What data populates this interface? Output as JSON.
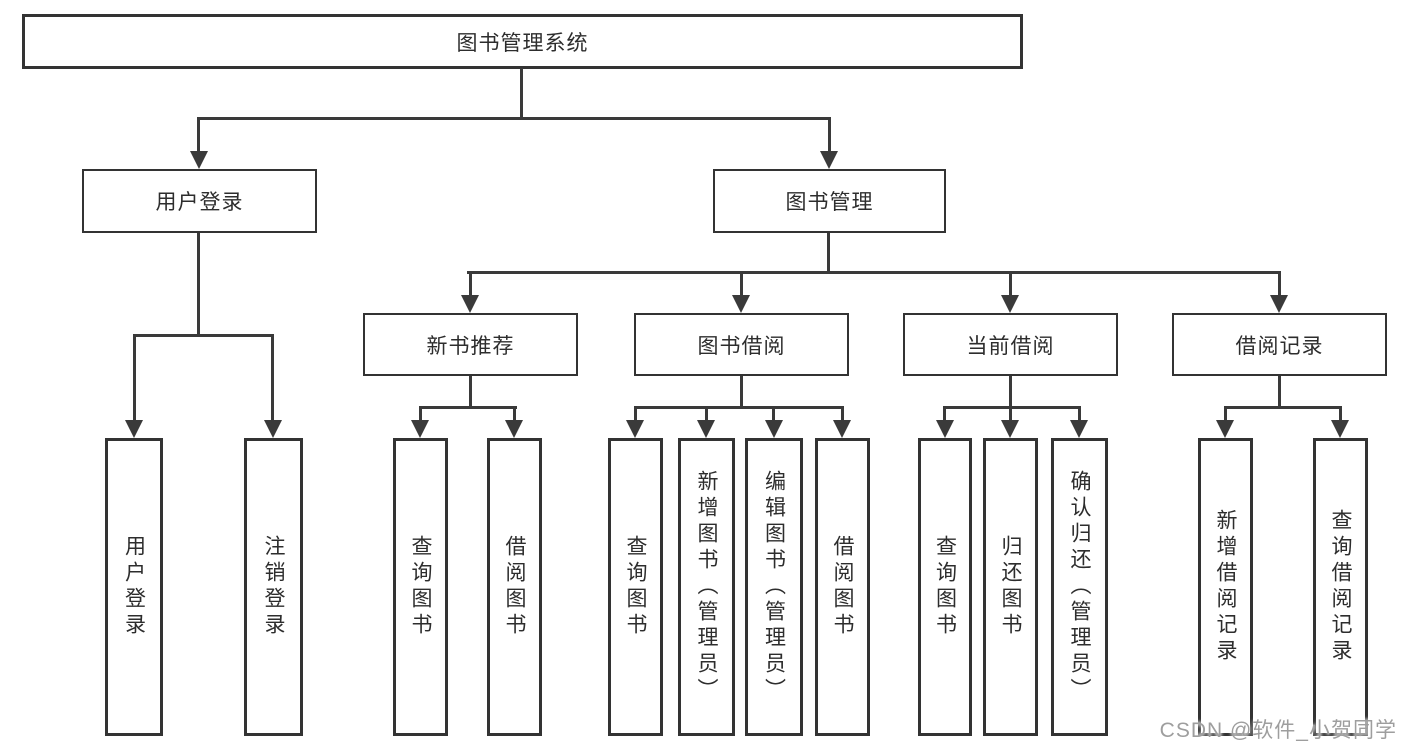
{
  "tree": {
    "root": {
      "label": "图书管理系统"
    },
    "branches": [
      {
        "label": "用户登录",
        "leaves": [
          {
            "label": "用户登录"
          },
          {
            "label": "注销登录"
          }
        ]
      },
      {
        "label": "图书管理",
        "sections": [
          {
            "label": "新书推荐",
            "leaves": [
              {
                "label": "查询图书"
              },
              {
                "label": "借阅图书"
              }
            ]
          },
          {
            "label": "图书借阅",
            "leaves": [
              {
                "label": "查询图书"
              },
              {
                "label": "新增图书（管理员）"
              },
              {
                "label": "编辑图书（管理员）"
              },
              {
                "label": "借阅图书"
              }
            ]
          },
          {
            "label": "当前借阅",
            "leaves": [
              {
                "label": "查询图书"
              },
              {
                "label": "归还图书"
              },
              {
                "label": "确认归还（管理员）"
              }
            ]
          },
          {
            "label": "借阅记录",
            "leaves": [
              {
                "label": "新增借阅记录"
              },
              {
                "label": "查询借阅记录"
              }
            ]
          }
        ]
      }
    ]
  },
  "watermark": {
    "text": "CSDN @软件_小贺同学"
  },
  "colors": {
    "line": "#3a3a3a",
    "border": "#333333",
    "text": "#2d2d2d",
    "watermark": "#9e9e9e",
    "background": "#ffffff"
  }
}
